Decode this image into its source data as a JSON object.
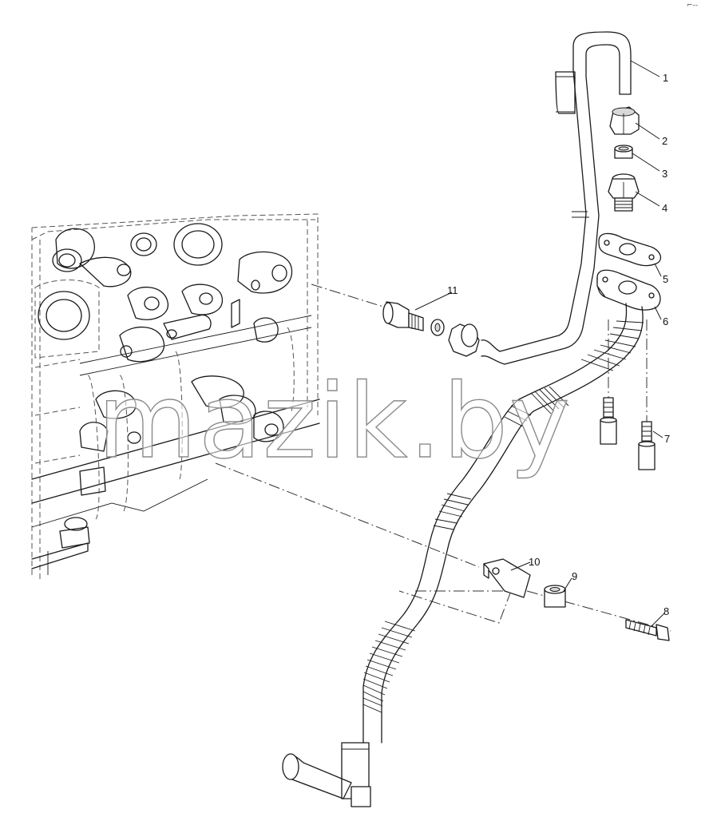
{
  "watermark": "mazik.by",
  "corner_mark": "⌐--",
  "callouts": [
    "1",
    "2",
    "3",
    "4",
    "5",
    "6",
    "7",
    "8",
    "9",
    "10",
    "11"
  ]
}
